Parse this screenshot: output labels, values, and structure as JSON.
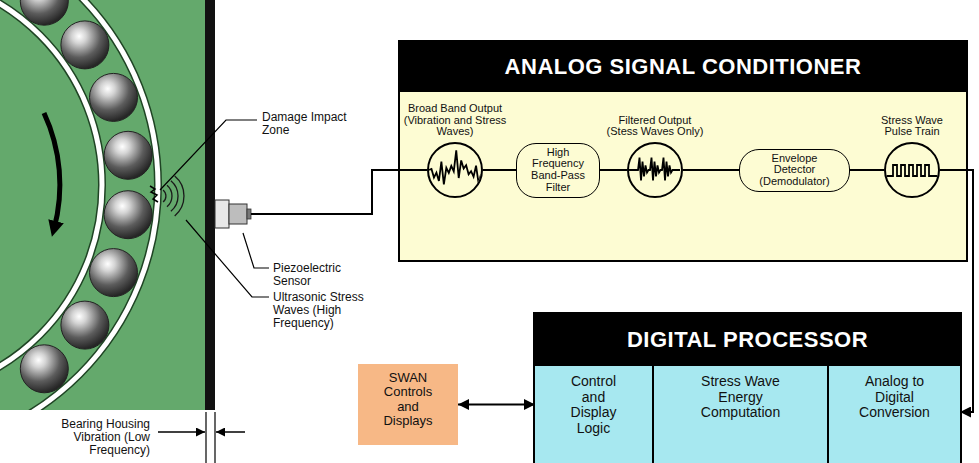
{
  "diagram": {
    "nodes": [
      {
        "text": [
          "ANALOG SIGNAL CONDITIONER"
        ]
      },
      {
        "text": [
          "Broad Band Output (Vibration and Stress Waves)"
        ],
        "in": 0
      },
      {
        "text": [
          "High Frequency Band-Pass Filter"
        ],
        "in": 0
      },
      {
        "text": [
          "Filtered Output (Stess Waves Only)"
        ],
        "in": 0
      },
      {
        "text": [
          "Envelope Detector (Demodulator)"
        ],
        "in": 0
      },
      {
        "text": [
          "Stress Wave Pulse Train"
        ],
        "in": 0
      },
      {
        "text": [
          "DIGITAL PROCESSOR"
        ]
      },
      {
        "text": [
          "Control and Display Logic"
        ],
        "in": 6
      },
      {
        "text": [
          "Stress Wave Energy Computation"
        ],
        "in": 6
      },
      {
        "text": [
          "Analog to Digital Conversion"
        ],
        "in": 6
      },
      {
        "text": [
          "SWAN Controls and Displays"
        ]
      }
    ],
    "edges": [
      {
        "from": 1,
        "to": 2,
        "arrow": "none"
      },
      {
        "from": 2,
        "to": 3,
        "arrow": "none"
      },
      {
        "from": 3,
        "to": 4,
        "arrow": "none"
      },
      {
        "from": 4,
        "to": 5,
        "arrow": "none"
      },
      {
        "from": 5,
        "to": 9,
        "arrow": "to"
      },
      {
        "from": 10,
        "to": 7,
        "arrow": "both"
      }
    ],
    "labels": [
      "Damage Impact Zone",
      "Piezoelectric Sensor",
      "Ultrasonic Stress Waves (High Frequency)",
      "Bearing Housing Vibration (Low Frequency)"
    ]
  }
}
